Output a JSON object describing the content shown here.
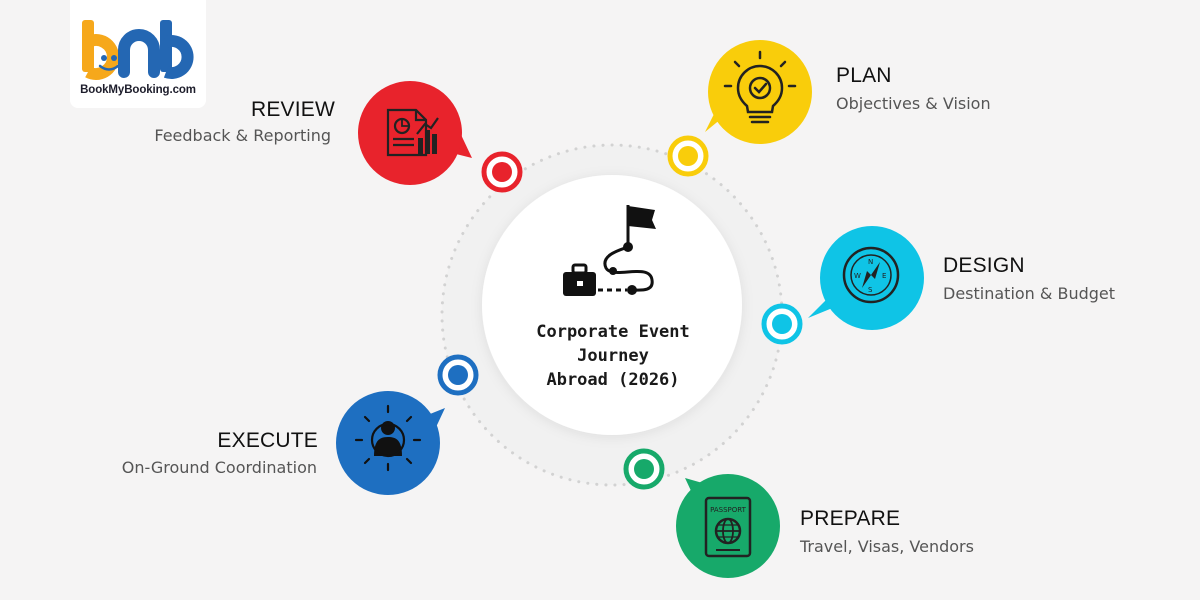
{
  "brand": {
    "name": "BookMyBooking.com",
    "logo_letters": "bnb"
  },
  "center": {
    "lines": [
      "Corporate Event",
      "Journey",
      "Abroad (2026)"
    ]
  },
  "stages": {
    "plan": {
      "title": "PLAN",
      "subtitle": "Objectives & Vision",
      "color": "#f9cd0b",
      "icon": "lightbulb-check-icon"
    },
    "design": {
      "title": "DESIGN",
      "subtitle": "Destination & Budget",
      "color": "#0fc4e6",
      "icon": "compass-icon"
    },
    "prepare": {
      "title": "PREPARE",
      "subtitle": "Travel, Visas, Vendors",
      "color": "#17a96a",
      "icon": "passport-icon"
    },
    "execute": {
      "title": "EXECUTE",
      "subtitle": "On-Ground Coordination",
      "color": "#1e6fc1",
      "icon": "coordination-person-icon"
    },
    "review": {
      "title": "REVIEW",
      "subtitle": "Feedback & Reporting",
      "color": "#e8232c",
      "icon": "report-chart-icon"
    }
  },
  "passport_label": "PASSPORT"
}
